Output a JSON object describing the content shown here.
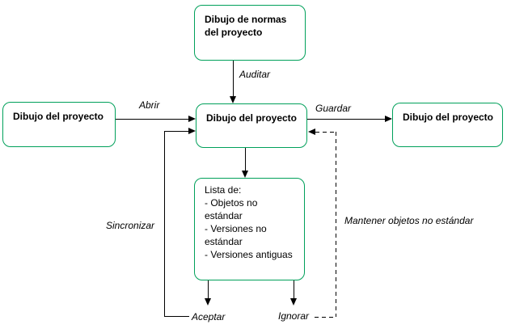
{
  "diagram": {
    "nodes": {
      "normas": {
        "label": "Dibujo de normas del proyecto"
      },
      "proyecto_origen": {
        "label": "Dibujo del proyecto"
      },
      "proyecto_actual": {
        "label": "Dibujo del proyecto"
      },
      "proyecto_guardado": {
        "label": "Dibujo del proyecto"
      },
      "lista": {
        "items": [
          "Lista de:",
          "- Objetos no estándar",
          "- Versiones no estándar",
          "- Versiones antiguas"
        ]
      }
    },
    "edges": {
      "abrir": "Abrir",
      "auditar": "Auditar",
      "guardar": "Guardar",
      "sincronizar": "Sincronizar",
      "aceptar": "Aceptar",
      "ignorar": "Ignorar",
      "mantener": "Mantener objetos no estándar"
    },
    "colors": {
      "node_border": "#00A05A",
      "connector": "#000000",
      "background": "#FFFFFF"
    }
  }
}
